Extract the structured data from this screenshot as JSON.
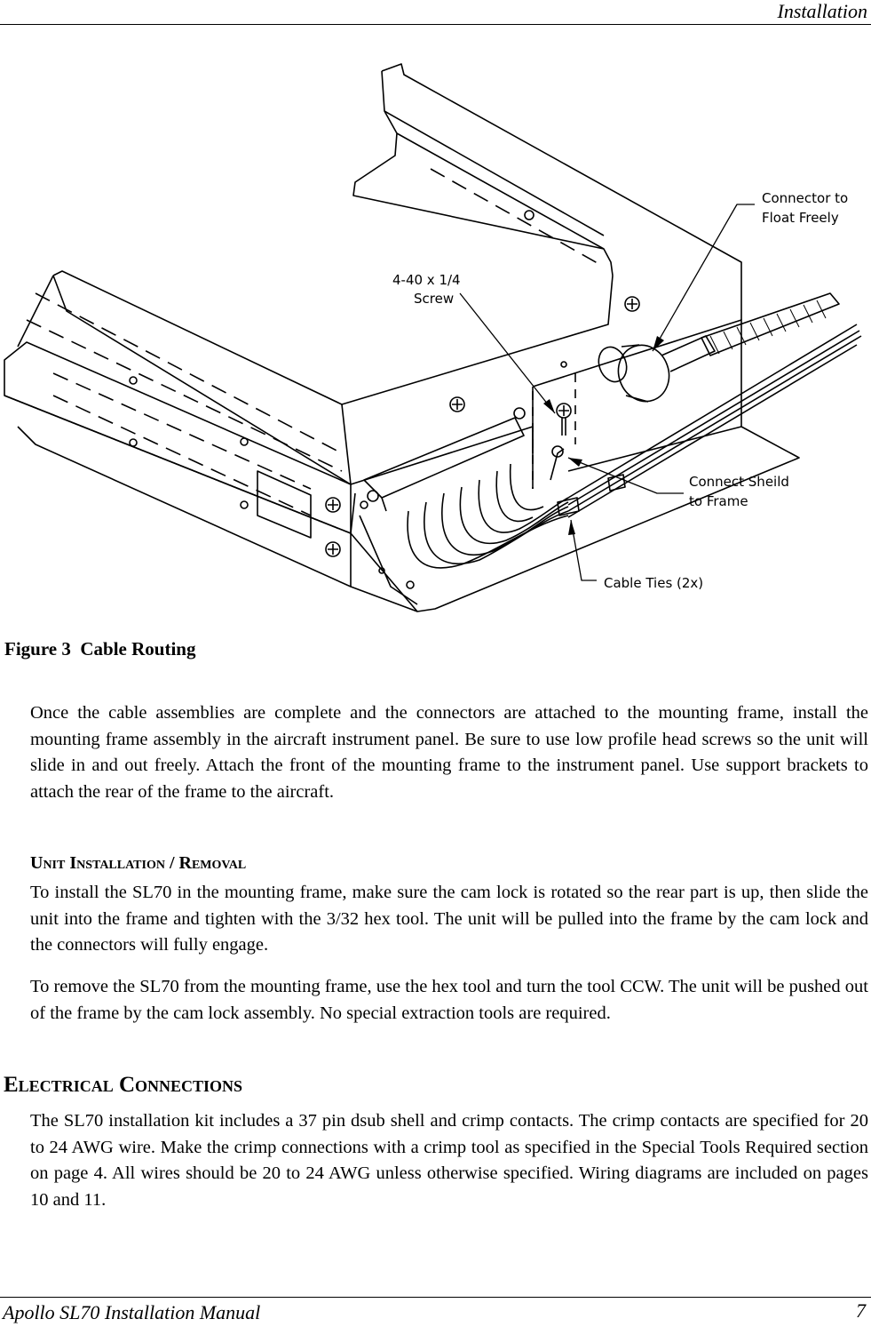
{
  "header": {
    "section_title": "Installation"
  },
  "figure": {
    "callouts": {
      "connector_line1": "Connector to",
      "connector_line2": "Float Freely",
      "screw_line1": "4-40 x 1/4",
      "screw_line2": "Screw",
      "shield_line1": "Connect Sheild",
      "shield_line2": "to Frame",
      "cable_ties": "Cable Ties (2x)"
    },
    "caption": "Figure 3  Cable Routing"
  },
  "body": {
    "intro_paragraph": "Once the cable assemblies are complete and the connectors are attached to the mounting frame, install the mounting frame assembly in the aircraft instrument panel. Be sure to use low profile head screws so the unit will slide in and out freely. Attach the front of the mounting frame to the instrument panel. Use support brackets to attach the rear of the frame to the aircraft.",
    "unit_heading": "Unit Installation / Removal",
    "install_paragraph": "To install the SL70 in the mounting frame, make sure the cam lock is rotated so the rear part is up, then slide the unit into the frame and tighten with the 3/32 hex tool. The unit will be pulled into the frame by the cam lock and the connectors will fully engage.",
    "remove_paragraph": "To remove the SL70 from the mounting frame, use the hex tool and turn the tool CCW. The unit will be pushed out of the frame by the cam lock assembly. No special extraction tools are required.",
    "electrical_heading": "Electrical Connections",
    "electrical_paragraph": "The SL70 installation kit includes a 37 pin dsub shell and crimp contacts. The crimp contacts are specified for 20 to 24 AWG wire. Make the crimp connections with a crimp tool as specified in the Special Tools Required section on page 4. All wires should be 20 to 24 AWG unless otherwise specified. Wiring diagrams are included on pages 10 and 11."
  },
  "footer": {
    "manual_title": "Apollo SL70 Installation Manual",
    "page_number": "7"
  }
}
